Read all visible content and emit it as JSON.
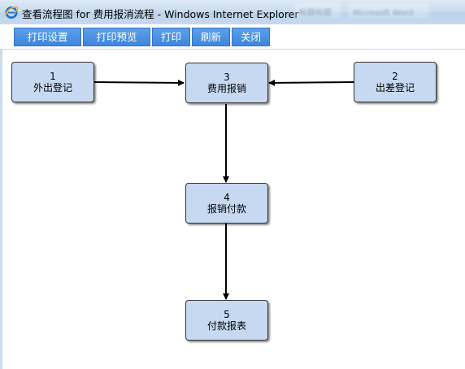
{
  "window": {
    "title": "查看流程图 for 费用报消流程 - Windows Internet Explorer",
    "background_tabs": [
      "标题标题",
      "Microsoft Word"
    ]
  },
  "toolbar": {
    "buttons": [
      {
        "label": "打印设置"
      },
      {
        "label": "打印预览"
      },
      {
        "label": "打印"
      },
      {
        "label": "刷新"
      },
      {
        "label": "关闭"
      }
    ]
  },
  "flowchart": {
    "nodes": [
      {
        "id": "1",
        "name": "外出登记"
      },
      {
        "id": "3",
        "name": "费用报销"
      },
      {
        "id": "2",
        "name": "出差登记"
      },
      {
        "id": "4",
        "name": "报销付款"
      },
      {
        "id": "5",
        "name": "付款报表"
      }
    ],
    "edges": [
      {
        "from": "1",
        "to": "3"
      },
      {
        "from": "2",
        "to": "3"
      },
      {
        "from": "3",
        "to": "4"
      },
      {
        "from": "4",
        "to": "5"
      }
    ]
  },
  "colors": {
    "node_fill": "#c6d9f1",
    "toolbar_button": "#4a90e2",
    "titlebar": "#c9dcef"
  },
  "icons": {
    "browser": "internet-explorer-icon"
  }
}
